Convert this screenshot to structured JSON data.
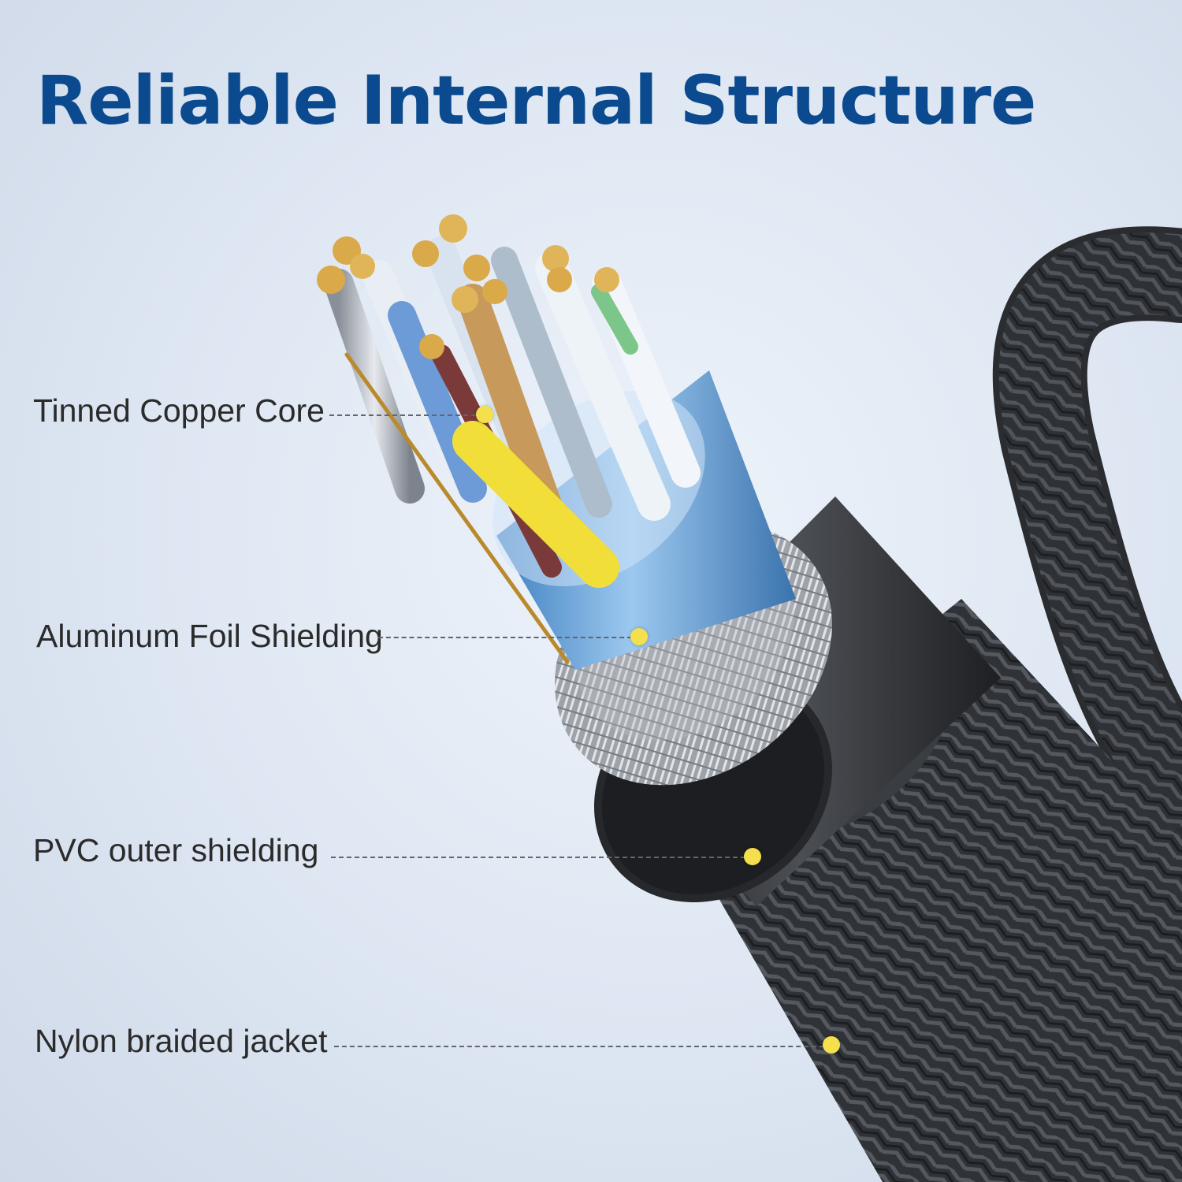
{
  "title": "Reliable Internal Structure",
  "callouts": [
    {
      "id": "core",
      "label": "Tinned Copper Core"
    },
    {
      "id": "foil",
      "label": "Aluminum Foil Shielding"
    },
    {
      "id": "pvc",
      "label": "PVC outer shielding"
    },
    {
      "id": "jacket",
      "label": "Nylon braided jacket"
    }
  ],
  "colors": {
    "title": "#0b4a8f",
    "marker": "#f4e04d",
    "jacket": "#2d2f33",
    "foil": "#6ea8dc",
    "copper": "#d9a94a"
  }
}
